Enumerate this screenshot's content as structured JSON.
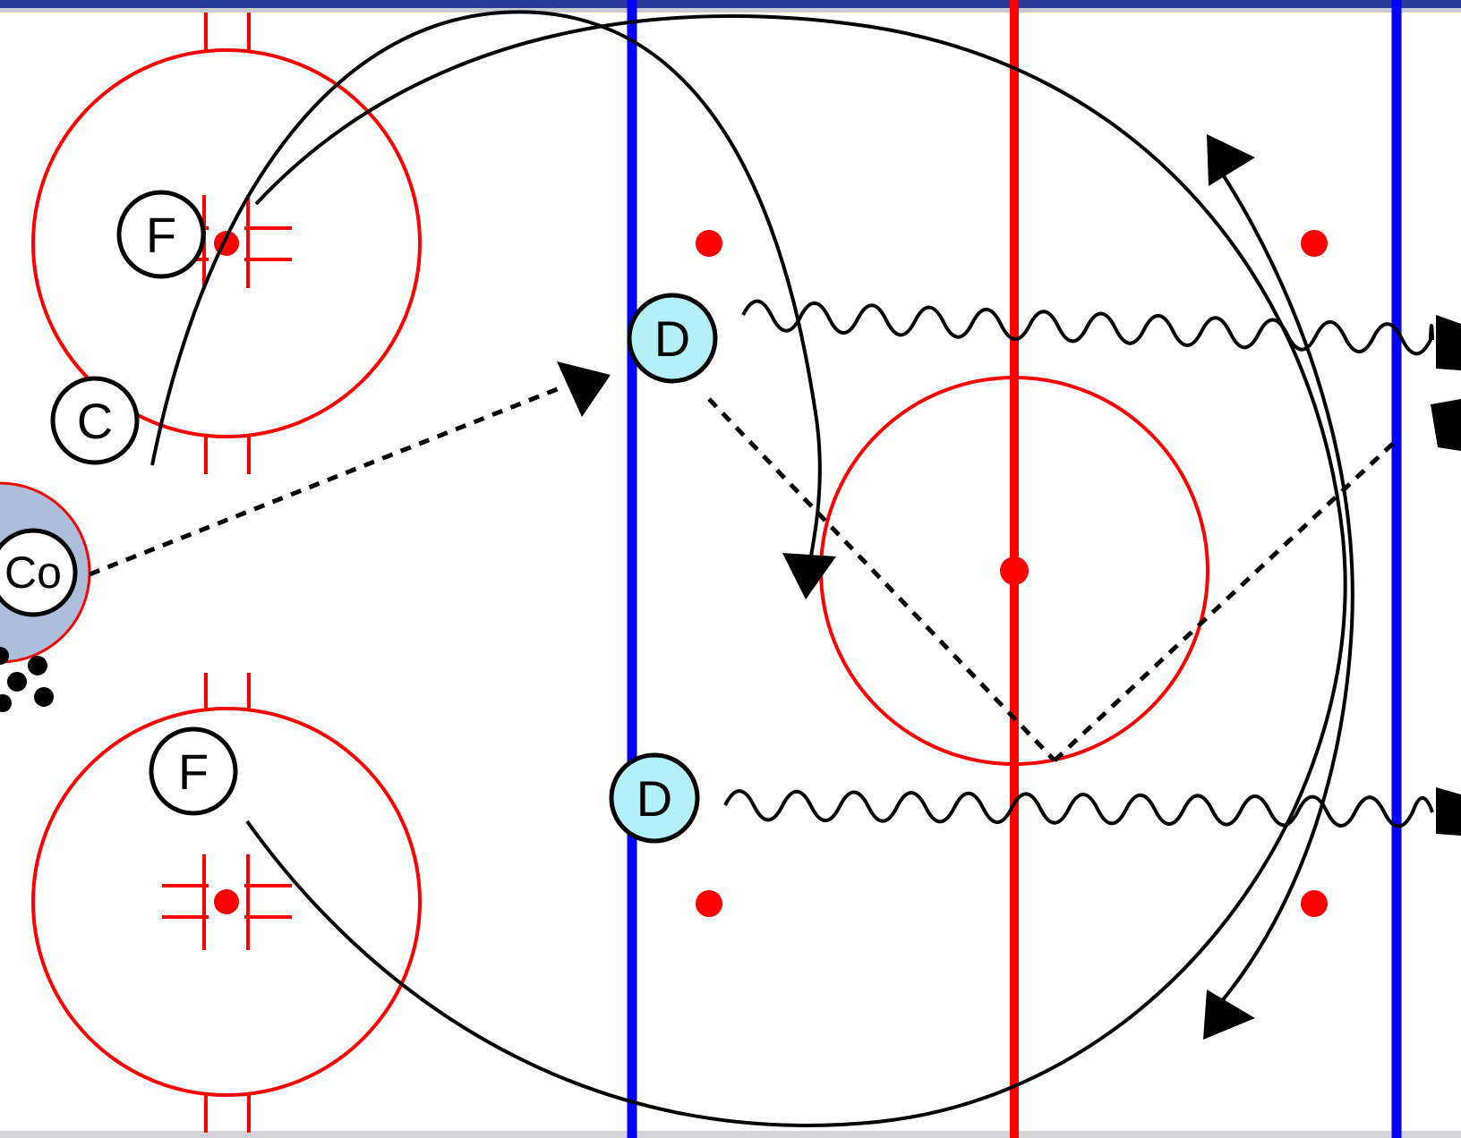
{
  "players": {
    "forward_top": "F",
    "center": "C",
    "coach": "Co",
    "forward_bottom": "F",
    "defense_top": "D",
    "defense_bottom": "D"
  },
  "colors": {
    "red_line": "#ff0000",
    "blue_line": "#0000ff",
    "defense_fill": "#b3f0f8",
    "coach_zone": "#adbedb",
    "top_bar": "#2b3a97",
    "skate_path": "#000000"
  },
  "icons": {
    "pucks": "puck-pile-icon",
    "arrowheads": "arrowhead-icon"
  }
}
